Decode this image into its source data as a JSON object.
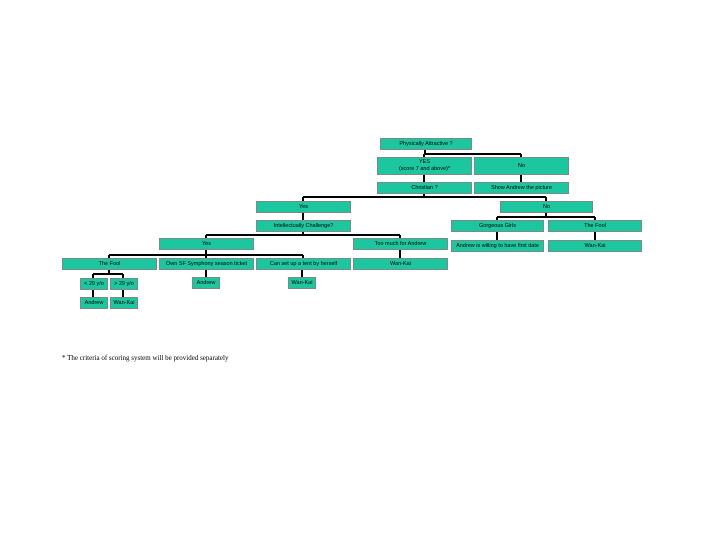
{
  "tree": {
    "root": "Physically Attractive ?",
    "yes_line1": "YES",
    "yes_line2": "(score 7 and above)*",
    "no": "No",
    "christian": "Christian ?",
    "show_picture": "Show Andrew the picture",
    "christian_yes": "Yes",
    "christian_no": "No",
    "intellect": "Intellectually Challenge?",
    "gorgeous": "Gorgeous Girls",
    "fool_right": "The Fool",
    "first_date": "Andrew is willing to have first date",
    "wankai_right": "Wan-Kai",
    "intellect_yes": "Yes",
    "too_much": "Too much for Andrew",
    "fool_left": "The Fool",
    "symphony": "Own SF Symphony season ticket",
    "tent": "Can set up a tent by herself",
    "wankai_toomuch": "Wan-Kai",
    "under29": "< 29 y/o",
    "over29": "> 29 y/o",
    "andrew_under": "Andrew",
    "wankai_over": "Wan-Kai",
    "andrew_symphony": "Andrew",
    "wankai_tent": "Wan-Kai"
  },
  "footnote": "* The criteria of scoring system will be provided separately"
}
